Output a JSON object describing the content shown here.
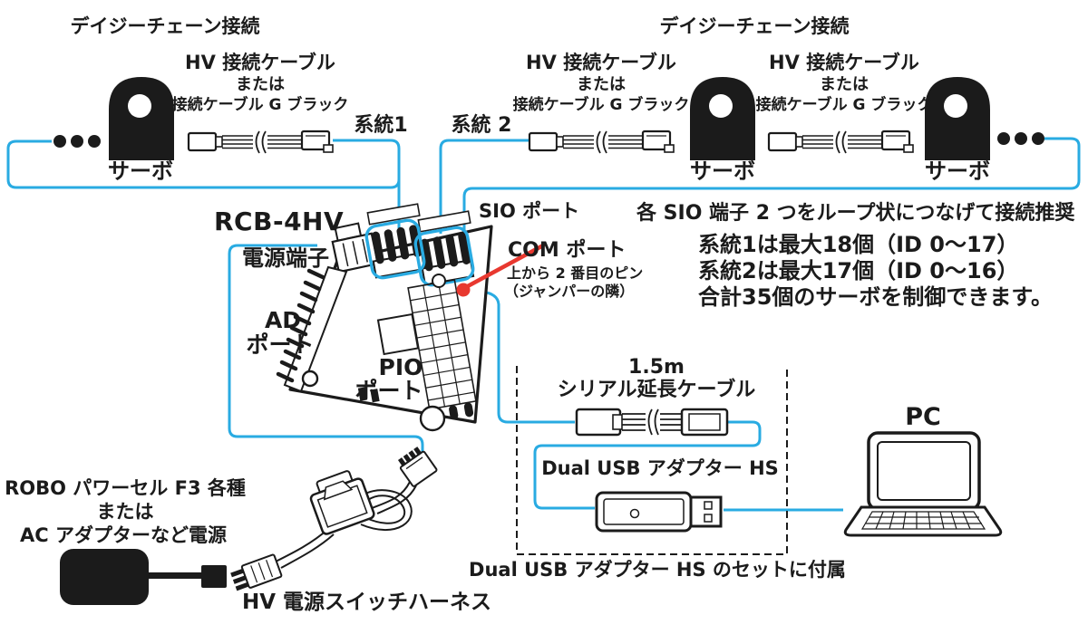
{
  "colors": {
    "connection_blue": "#29ABE2",
    "callout_red": "#E8382F",
    "ink": "#1b1b1b"
  },
  "labels": {
    "daisy_left": "デイジーチェーン接続",
    "daisy_right": "デイジーチェーン接続",
    "servo_1": "サーボ",
    "servo_2": "サーボ",
    "servo_3": "サーボ",
    "cable_1": {
      "l1": "HV 接続ケーブル",
      "l2": "または",
      "l3": "接続ケーブル G ブラック"
    },
    "cable_2": {
      "l1": "HV 接続ケーブル",
      "l2": "または",
      "l3": "接続ケーブル G ブラック"
    },
    "cable_3": {
      "l1": "HV 接続ケーブル",
      "l2": "または",
      "l3": "接続ケーブル G ブラック"
    },
    "system_1": "系統1",
    "system_2": "系統 2",
    "board_title": "RCB-4HV",
    "power_terminal": "電源端子",
    "ad_port": {
      "l1": "AD",
      "l2": "ポート"
    },
    "pio_port": {
      "l1": "PIO",
      "l2": "ポート"
    },
    "sio_port": "SIO ポート",
    "com_port": "COM ポート",
    "com_note_1": "上から 2 番目のピン",
    "com_note_2": "（ジャンパーの隣）",
    "loop_note": "各 SIO 端子 2 つをループ状につなげて接続推奨",
    "sys1_note": "系統1は最大18個（ID 0～17）",
    "sys2_note": "系統2は最大17個（ID 0～16）",
    "total_note": "合計35個のサーボを制御できます。",
    "serial_len": "1.5m",
    "serial_cable": "シリアル延長ケーブル",
    "usb_adapter": "Dual USB アダプター HS",
    "usb_set_note": "Dual USB アダプター HS のセットに付属",
    "pc": "PC",
    "power_src": {
      "l1": "ROBO パワーセル F3 各種",
      "l2": "または",
      "l3": "AC アダプターなど電源"
    },
    "harness": "HV 電源スイッチハーネス"
  }
}
